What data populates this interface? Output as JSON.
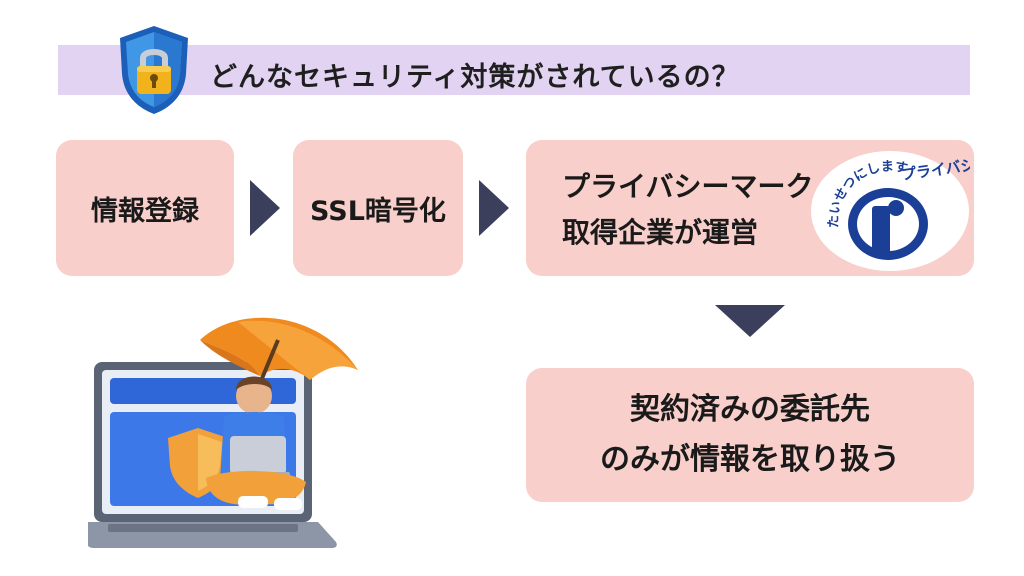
{
  "banner": {
    "title": "どんなセキュリティ対策がされているの？"
  },
  "flow": {
    "step1": "情報登録",
    "step2": "SSL暗号化",
    "step3_line1": "プライバシーマーク",
    "step3_line2": "取得企業が運営",
    "step4_line1": "契約済みの委託先",
    "step4_line2": "のみが情報を取り扱う"
  },
  "pmark": {
    "arc_text": "たいせつにします",
    "brand_text": "プライバシー"
  },
  "colors": {
    "banner_bg": "#e3d3f3",
    "box_bg": "#f8cfcb",
    "arrow": "#3b3f5c",
    "pmark_blue": "#1b3f97"
  },
  "icons": [
    "shield-lock-icon",
    "arrow-right-icon",
    "arrow-down-icon",
    "privacy-mark-logo",
    "laptop-security-illustration"
  ]
}
